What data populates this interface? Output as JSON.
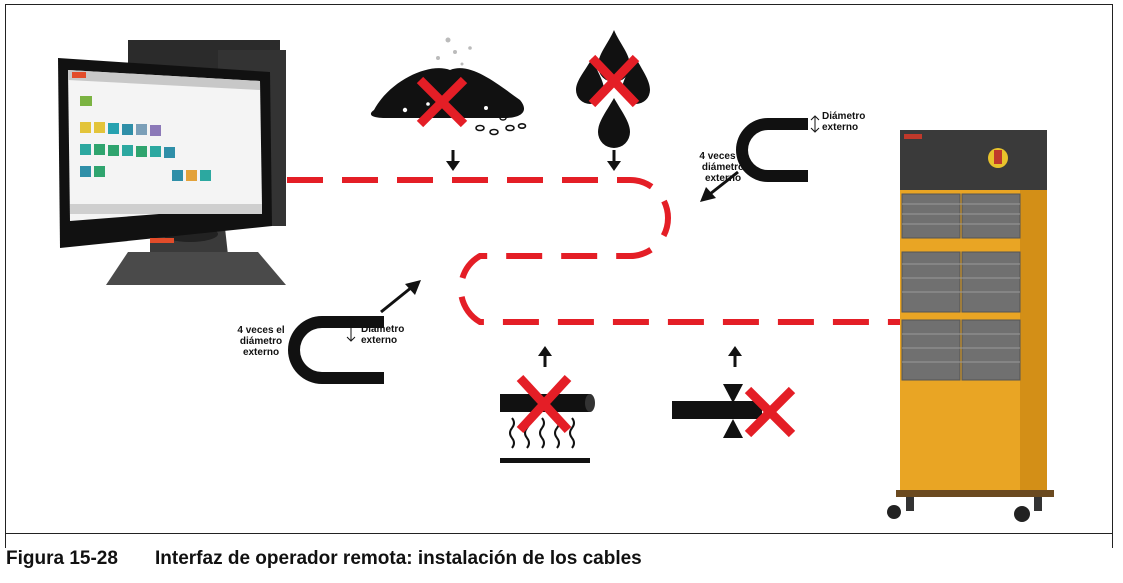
{
  "figure": {
    "number": "Figura 15-28",
    "title": "Interfaz de operador remota: instalación de los cables"
  },
  "labels": {
    "bend_radius_top": "4 veces el\ndiámetro\nexterno",
    "diameter_top": "Diámetro\nexterno",
    "bend_radius_left": "4 veces el\ndiámetro\nexterno",
    "diameter_left": "Diámetro\nexterno"
  },
  "colors": {
    "cable": "#e41e26",
    "cross": "#e41e26",
    "cabinet": "#e9a524"
  },
  "icons": [
    "operator-monitor-icon",
    "dirt-pile-icon",
    "liquid-drops-icon",
    "bend-radius-icon",
    "heat-source-icon",
    "pinch-point-icon",
    "controller-cabinet-icon"
  ]
}
